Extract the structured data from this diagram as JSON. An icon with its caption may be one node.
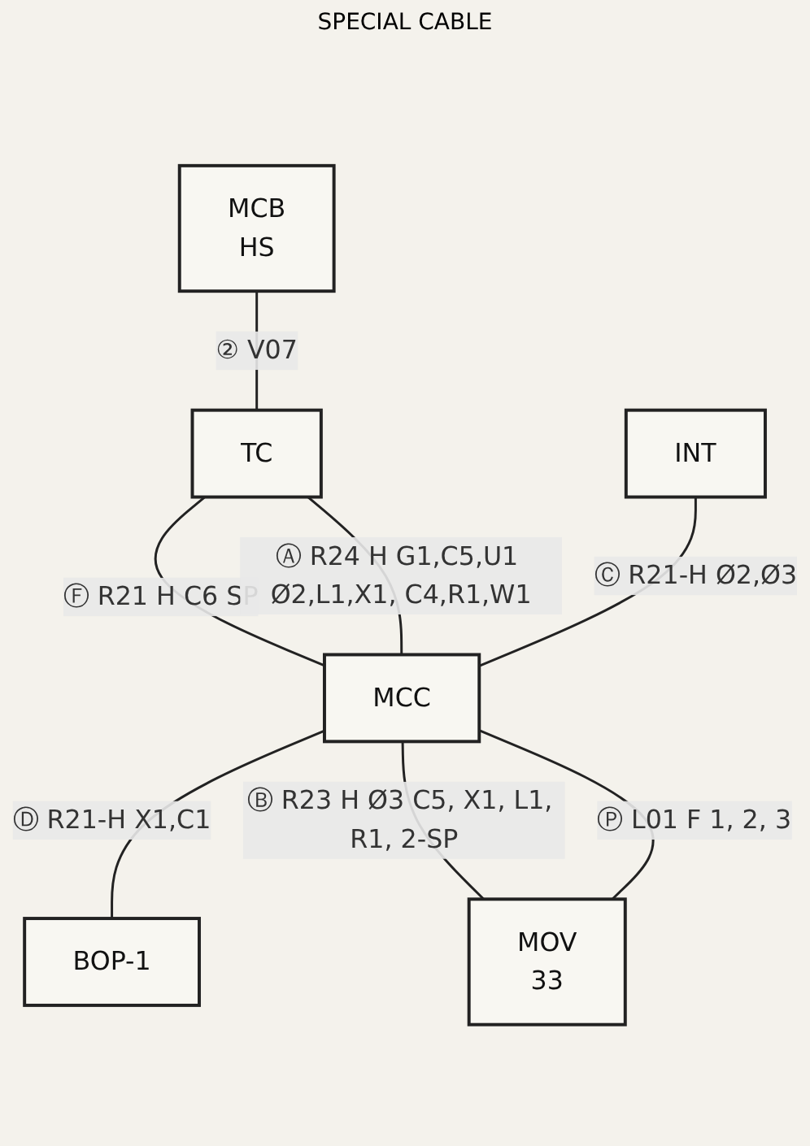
{
  "diagram": {
    "nodes": [
      {
        "text": [
          "MCB",
          "HS"
        ]
      },
      {
        "text": [
          "TC"
        ]
      },
      {
        "text": [
          "INT"
        ]
      },
      {
        "text": [
          "MCC"
        ]
      },
      {
        "text": [
          "BOP-1"
        ]
      },
      {
        "text": [
          "MOV",
          "33"
        ]
      }
    ],
    "edges": [
      {
        "from": 0,
        "to": 1,
        "arrow": "none",
        "label": "② V07"
      },
      {
        "from": 1,
        "to": 3,
        "arrow": "none",
        "label": "Ⓕ R21 H C6 SP"
      },
      {
        "from": 1,
        "to": 3,
        "arrow": "none",
        "label": "Ⓐ R24 H G1,C5,U1 Ø2,L1,X1, C4,R1,W1"
      },
      {
        "from": 2,
        "to": 3,
        "arrow": "none",
        "label": "Ⓒ R21-H Ø2,Ø3"
      },
      {
        "from": 3,
        "to": 4,
        "arrow": "none",
        "label": "Ⓓ R21-H X1,C1"
      },
      {
        "from": 3,
        "to": 5,
        "arrow": "none",
        "label": "Ⓑ R23 H Ø3 C5, X1, L1, R1, 2-SP"
      },
      {
        "from": 3,
        "to": 5,
        "arrow": "none",
        "label": "Ⓟ L01 F 1, 2, 3"
      }
    ],
    "labels": [
      "SPECIAL CABLE"
    ]
  }
}
